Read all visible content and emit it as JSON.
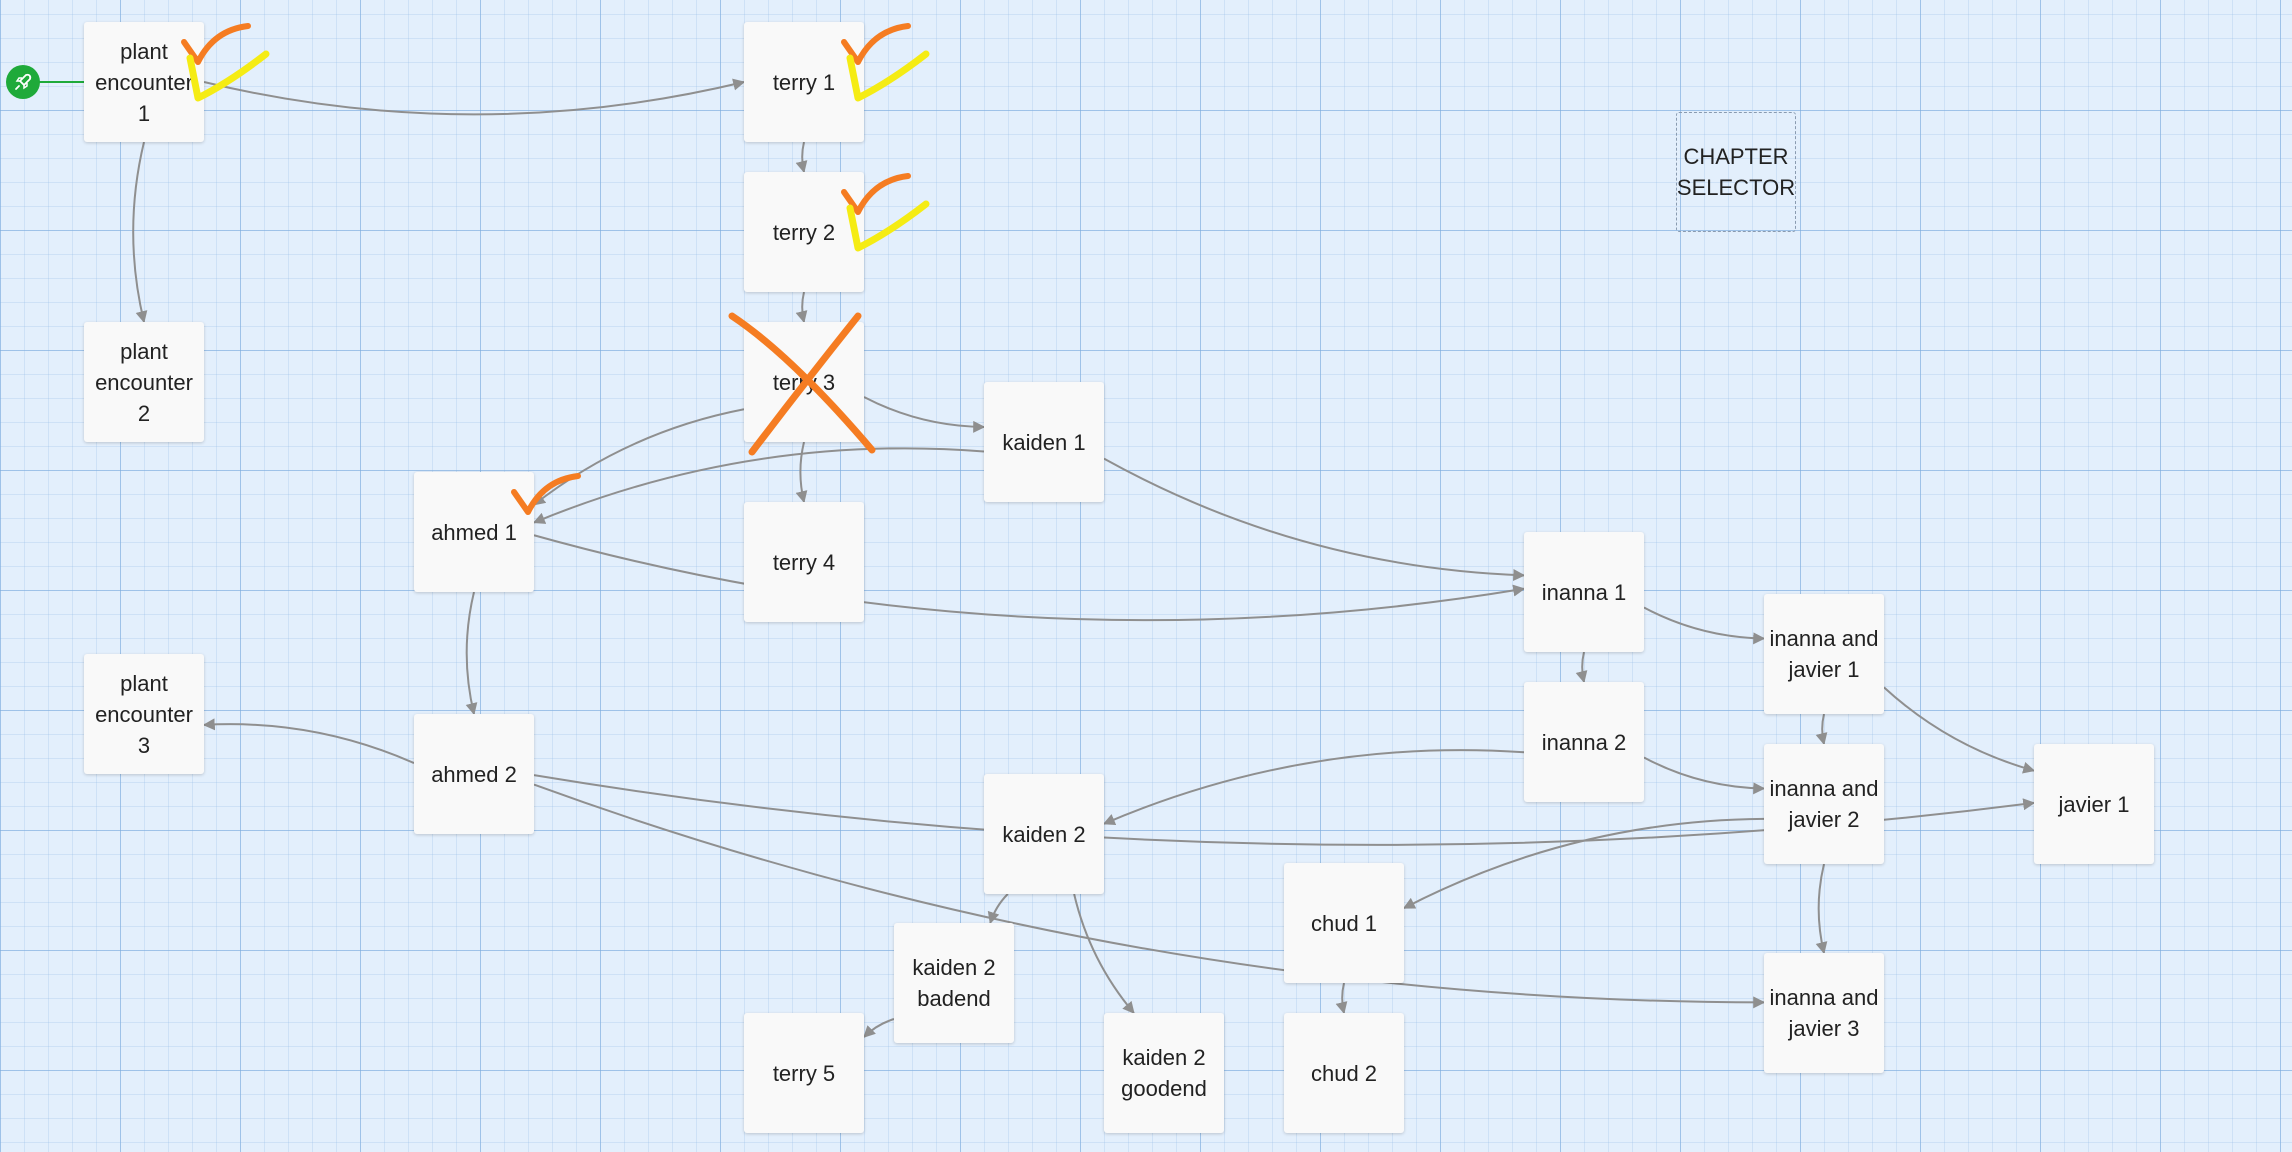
{
  "story_map": {
    "start_passage": "plant-encounter-1",
    "passages": [
      {
        "id": "plant-encounter-1",
        "label": "plant encounter 1"
      },
      {
        "id": "plant-encounter-2",
        "label": "plant encounter 2"
      },
      {
        "id": "plant-encounter-3",
        "label": "plant encounter 3"
      },
      {
        "id": "terry-1",
        "label": "terry 1"
      },
      {
        "id": "terry-2",
        "label": "terry 2"
      },
      {
        "id": "terry-3",
        "label": "terry 3"
      },
      {
        "id": "terry-4",
        "label": "terry 4"
      },
      {
        "id": "terry-5",
        "label": "terry 5"
      },
      {
        "id": "ahmed-1",
        "label": "ahmed 1"
      },
      {
        "id": "ahmed-2",
        "label": "ahmed 2"
      },
      {
        "id": "kaiden-1",
        "label": "kaiden 1"
      },
      {
        "id": "kaiden-2",
        "label": "kaiden 2"
      },
      {
        "id": "kaiden-2-badend",
        "label": "kaiden 2 badend"
      },
      {
        "id": "kaiden-2-goodend",
        "label": "kaiden 2 goodend"
      },
      {
        "id": "chud-1",
        "label": "chud 1"
      },
      {
        "id": "chud-2",
        "label": "chud 2"
      },
      {
        "id": "inanna-1",
        "label": "inanna 1"
      },
      {
        "id": "inanna-2",
        "label": "inanna 2"
      },
      {
        "id": "inanna-and-javier-1",
        "label": "inanna and javier 1"
      },
      {
        "id": "inanna-and-javier-2",
        "label": "inanna and javier 2"
      },
      {
        "id": "inanna-and-javier-3",
        "label": "inanna and javier 3"
      },
      {
        "id": "javier-1",
        "label": "javier 1"
      },
      {
        "id": "chapter-selector",
        "label": "CHAPTER SELECTOR"
      }
    ],
    "links": [
      [
        "plant-encounter-1",
        "terry-1"
      ],
      [
        "plant-encounter-1",
        "plant-encounter-2"
      ],
      [
        "terry-1",
        "terry-2"
      ],
      [
        "terry-2",
        "terry-3"
      ],
      [
        "terry-3",
        "terry-4"
      ],
      [
        "terry-3",
        "kaiden-1"
      ],
      [
        "terry-3",
        "ahmed-1"
      ],
      [
        "kaiden-1",
        "ahmed-1"
      ],
      [
        "kaiden-1",
        "inanna-1"
      ],
      [
        "ahmed-1",
        "inanna-1"
      ],
      [
        "ahmed-1",
        "ahmed-2"
      ],
      [
        "ahmed-2",
        "plant-encounter-3"
      ],
      [
        "ahmed-2",
        "javier-1"
      ],
      [
        "ahmed-2",
        "inanna-and-javier-3"
      ],
      [
        "inanna-1",
        "inanna-and-javier-1"
      ],
      [
        "inanna-1",
        "inanna-2"
      ],
      [
        "inanna-2",
        "kaiden-2"
      ],
      [
        "inanna-2",
        "inanna-and-javier-2"
      ],
      [
        "inanna-and-javier-1",
        "javier-1"
      ],
      [
        "inanna-and-javier-1",
        "inanna-and-javier-2"
      ],
      [
        "inanna-and-javier-2",
        "chud-1"
      ],
      [
        "inanna-and-javier-2",
        "inanna-and-javier-3"
      ],
      [
        "kaiden-2",
        "kaiden-2-badend"
      ],
      [
        "kaiden-2",
        "kaiden-2-goodend"
      ],
      [
        "kaiden-2-badend",
        "terry-5"
      ],
      [
        "chud-1",
        "chud-2"
      ]
    ],
    "status_marks": [
      {
        "passage": "plant-encounter-1",
        "marks": [
          "check-orange",
          "check-yellow"
        ]
      },
      {
        "passage": "terry-1",
        "marks": [
          "check-orange",
          "check-yellow"
        ]
      },
      {
        "passage": "terry-2",
        "marks": [
          "check-orange",
          "check-yellow"
        ]
      },
      {
        "passage": "terry-3",
        "marks": [
          "cross-orange"
        ]
      },
      {
        "passage": "ahmed-1",
        "marks": [
          "check-orange"
        ]
      }
    ],
    "colors": {
      "background": "#e3effc",
      "card": "#f9f9f9",
      "arrow": "#8f8f8f",
      "start": "#1faa3a",
      "mark_orange": "#f57c22",
      "mark_yellow": "#f5ec14"
    },
    "icons": {
      "start": "rocket-icon"
    }
  }
}
